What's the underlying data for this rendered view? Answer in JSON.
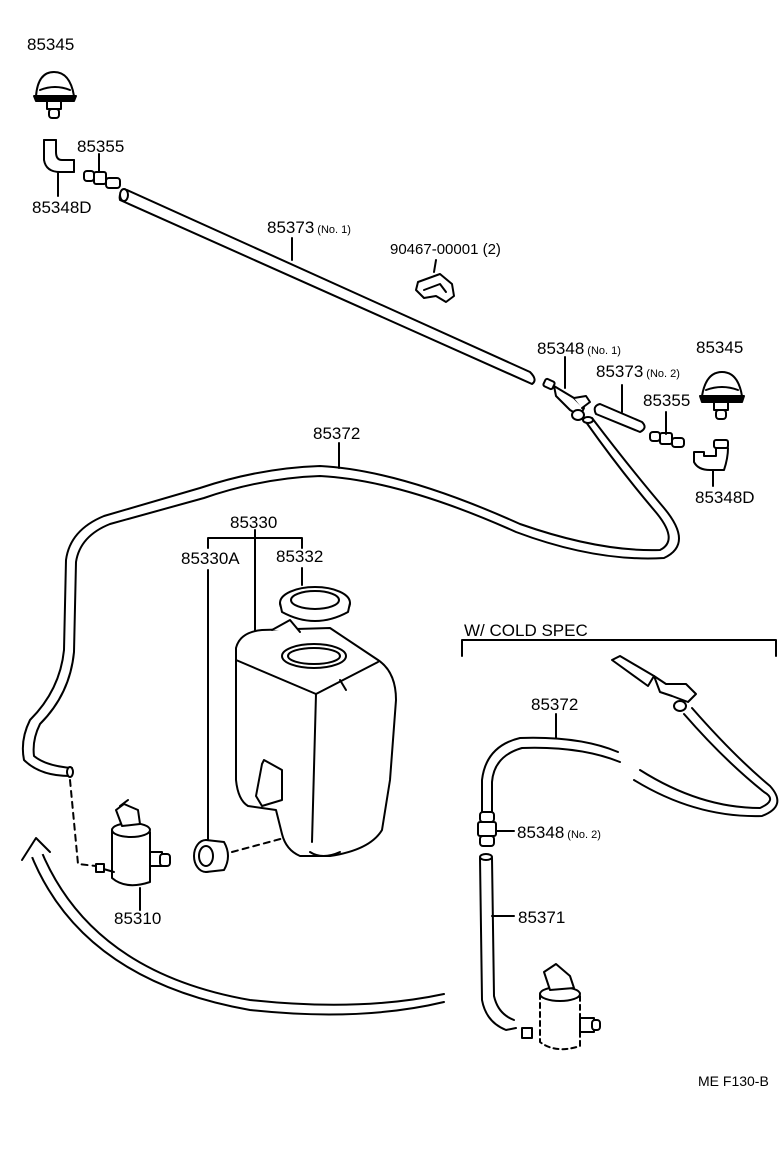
{
  "diagram": {
    "drawing_code": "ME  F130-B",
    "section_label": "W/ COLD SPEC",
    "labels": {
      "p85345_top": "85345",
      "p85355_top": "85355",
      "p85348d_top": "85348D",
      "p85373_no1": "85373",
      "p85373_no1_sub": "(No. 1)",
      "p90467": "90467-00001 (2)",
      "p85348_no1": "85348",
      "p85348_no1_sub": "(No. 1)",
      "p85345_right": "85345",
      "p85373_no2": "85373",
      "p85373_no2_sub": "(No. 2)",
      "p85355_right": "85355",
      "p85348d_right": "85348D",
      "p85372_top": "85372",
      "p85330": "85330",
      "p85330a": "85330A",
      "p85332": "85332",
      "p85310": "85310",
      "p85372_cold": "85372",
      "p85348_no2": "85348",
      "p85348_no2_sub": "(No. 2)",
      "p85371": "85371"
    }
  }
}
